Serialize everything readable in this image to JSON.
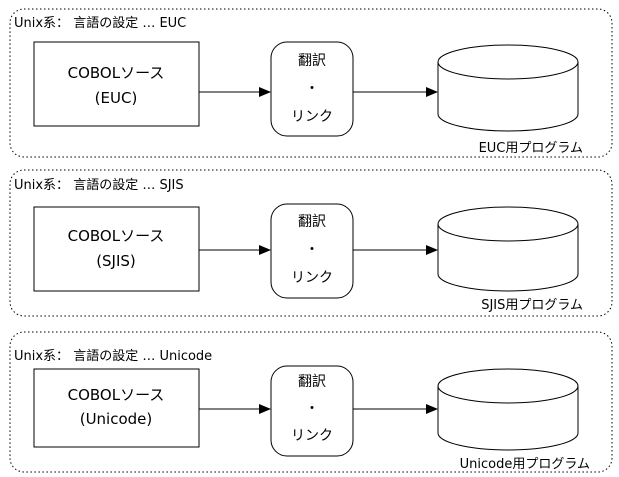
{
  "panels": [
    {
      "title": "Unix系： 言語の設定 … EUC",
      "source": {
        "line1": "COBOLソース",
        "line2": "(EUC)"
      },
      "step": {
        "line1": "翻訳",
        "line2": "・",
        "line3": "リンク"
      },
      "output": "EUC用プログラム"
    },
    {
      "title": "Unix系： 言語の設定 … SJIS",
      "source": {
        "line1": "COBOLソース",
        "line2": "(SJIS)"
      },
      "step": {
        "line1": "翻訳",
        "line2": "・",
        "line3": "リンク"
      },
      "output": "SJIS用プログラム"
    },
    {
      "title": "Unix系： 言語の設定 … Unicode",
      "source": {
        "line1": "COBOLソース",
        "line2": "(Unicode)"
      },
      "step": {
        "line1": "翻訳",
        "line2": "・",
        "line3": "リンク"
      },
      "output": "Unicode用プログラム"
    }
  ]
}
